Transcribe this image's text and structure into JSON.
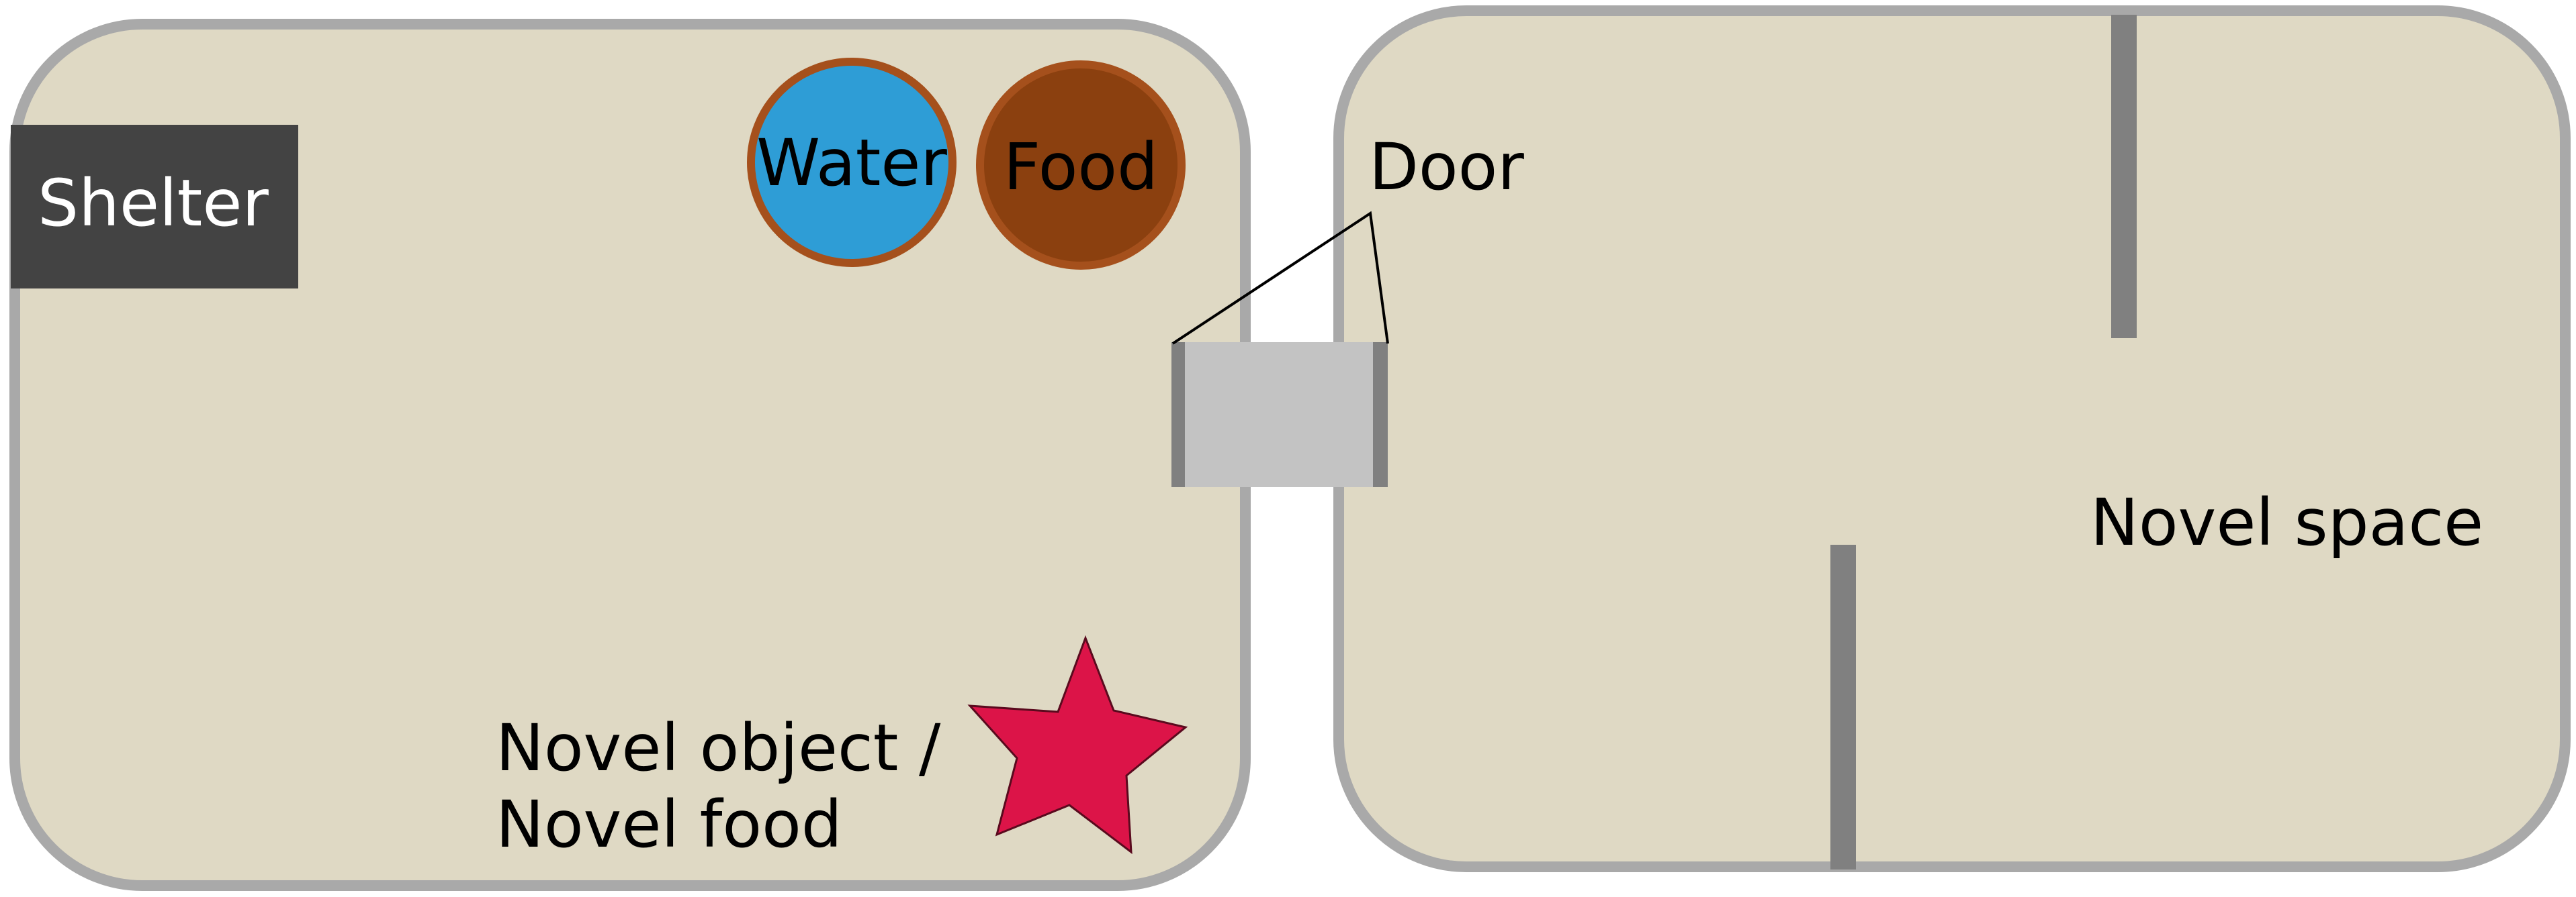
{
  "labels": {
    "shelter": "Shelter",
    "water": "Water",
    "food": "Food",
    "door": "Door",
    "novel_object_line1": "Novel object /",
    "novel_object_line2": "Novel food",
    "novel_space": "Novel space"
  },
  "colors": {
    "background": "#ffffff",
    "enclosure_fill": "#dfd9c4",
    "enclosure_border": "#a9a9a9",
    "shelter_fill": "#434343",
    "water_fill": "#2e9dd6",
    "food_fill": "#8b400f",
    "bowl_border": "#a5501c",
    "door_fill": "#c3c3c3",
    "wall": "#808080",
    "star_fill": "#dc1448",
    "text_dark": "#000000",
    "text_light": "#ffffff"
  },
  "icons": {
    "novel_object": "star-icon"
  }
}
